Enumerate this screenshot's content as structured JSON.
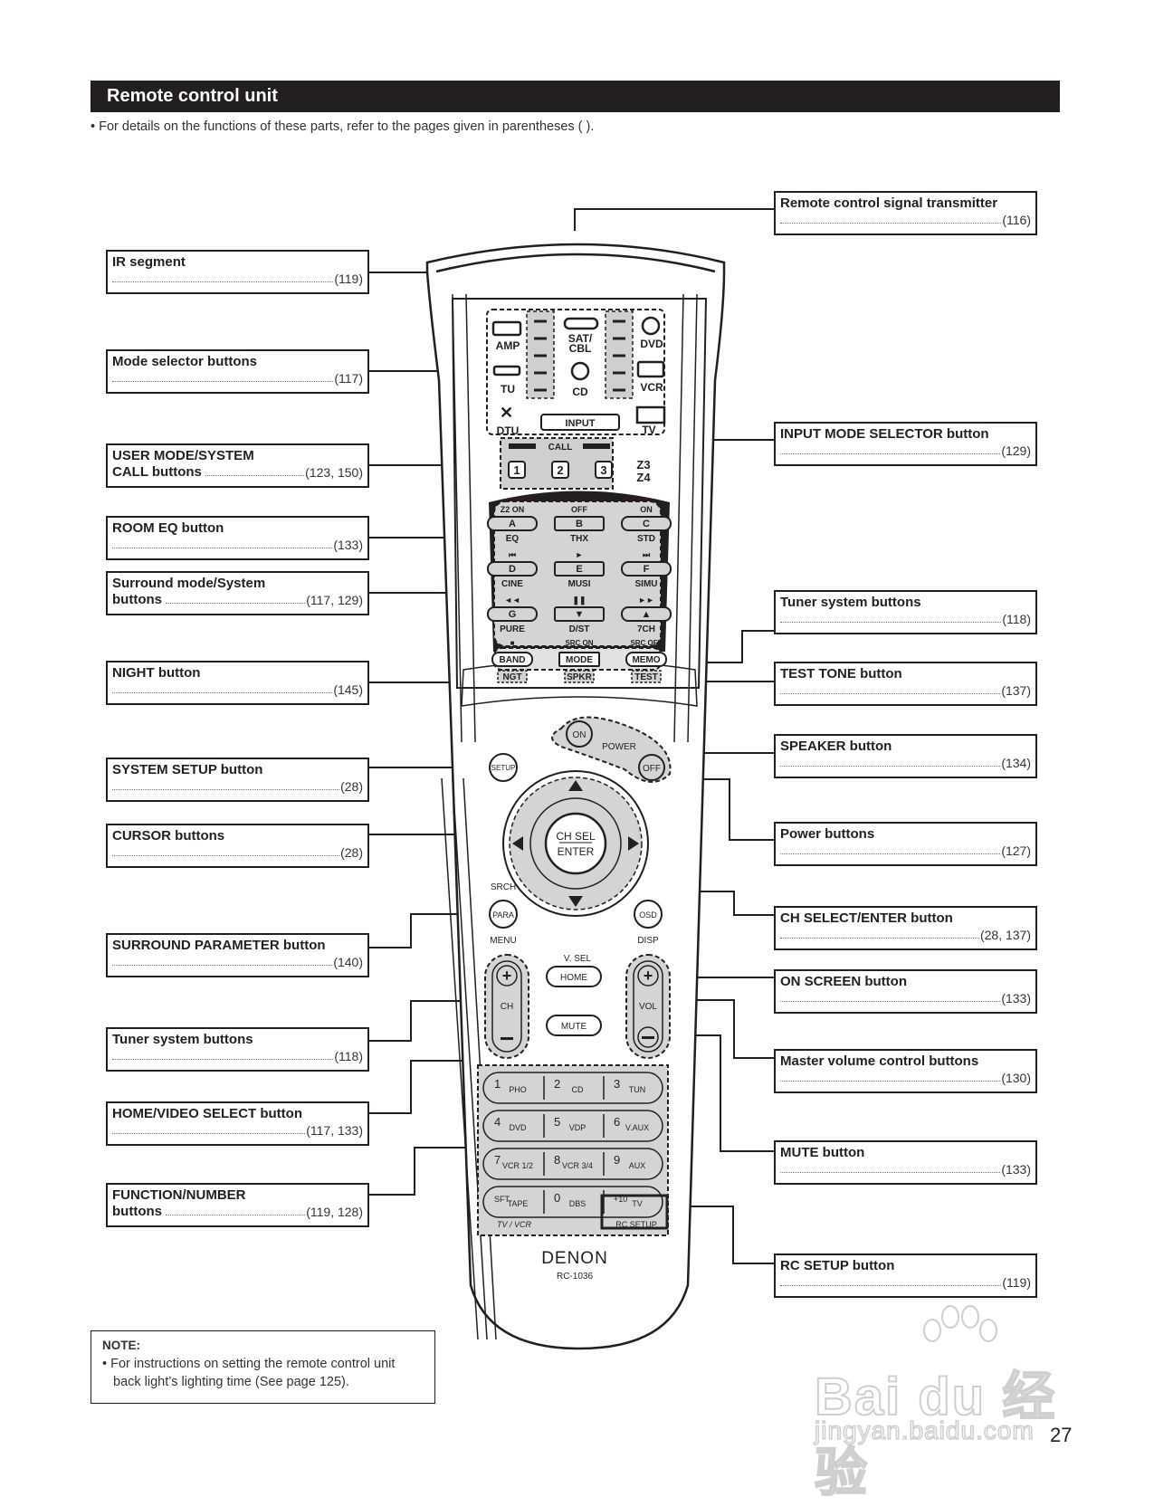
{
  "header": {
    "title": "Remote control unit",
    "intro": "• For details on the functions of these parts, refer to the pages given in parentheses (  )."
  },
  "callouts_left": [
    {
      "title": "IR segment",
      "ref": "(119)"
    },
    {
      "title": "Mode selector buttons",
      "ref": "(117)"
    },
    {
      "title": "USER MODE/SYSTEM",
      "title2": "CALL buttons",
      "ref": "(123, 150)"
    },
    {
      "title": "ROOM EQ button",
      "ref": "(133)"
    },
    {
      "title": "Surround mode/System",
      "title2": "buttons",
      "ref": "(117, 129)"
    },
    {
      "title": "NIGHT button",
      "ref": "(145)"
    },
    {
      "title": "SYSTEM SETUP button",
      "ref": "(28)"
    },
    {
      "title": "CURSOR buttons",
      "ref": "(28)"
    },
    {
      "title": "SURROUND PARAMETER button",
      "ref": "(140)"
    },
    {
      "title": "Tuner system buttons",
      "ref": "(118)"
    },
    {
      "title": "HOME/VIDEO SELECT button",
      "ref": "(117, 133)"
    },
    {
      "title": "FUNCTION/NUMBER",
      "title2": "buttons",
      "ref": "(119, 128)"
    }
  ],
  "callouts_right": [
    {
      "title": "Remote control signal transmitter",
      "ref": "(116)"
    },
    {
      "title": "INPUT MODE SELECTOR button",
      "ref": "(129)"
    },
    {
      "title": "Tuner system buttons",
      "ref": "(118)"
    },
    {
      "title": "TEST TONE button",
      "ref": "(137)"
    },
    {
      "title": "SPEAKER button",
      "ref": "(134)"
    },
    {
      "title": "Power buttons",
      "ref": "(127)"
    },
    {
      "title": "CH SELECT/ENTER button",
      "ref": "(28, 137)"
    },
    {
      "title": "ON SCREEN button",
      "ref": "(133)"
    },
    {
      "title": "Master volume control buttons",
      "ref": "(130)"
    },
    {
      "title": "MUTE button",
      "ref": "(133)"
    },
    {
      "title": "RC SETUP button",
      "ref": "(119)"
    }
  ],
  "remote": {
    "mode_buttons": {
      "amp": "AMP",
      "sat_cbl_1": "SAT/",
      "sat_cbl_2": "CBL",
      "dvd": "DVD",
      "tu": "TU",
      "cd": "CD",
      "vcr": "VCR",
      "dtu": "DTU",
      "tv": "TV"
    },
    "input": "INPUT",
    "call": "CALL",
    "user_modes": [
      "1",
      "2",
      "3"
    ],
    "zones": [
      "Z3",
      "Z4"
    ],
    "surround_rows": [
      {
        "top": [
          "Z2 ON",
          "OFF",
          "ON"
        ],
        "keys": [
          "A",
          "B",
          "C"
        ],
        "bottom": [
          "EQ",
          "THX",
          "STD"
        ]
      },
      {
        "top": [
          "⏮",
          "►",
          "⏭"
        ],
        "keys": [
          "D",
          "E",
          "F"
        ],
        "bottom": [
          "CINE",
          "MUSI",
          "SIMU"
        ]
      },
      {
        "top": [
          "◄◄",
          "❚❚",
          "►►"
        ],
        "keys": [
          "G",
          "▼",
          "▲"
        ],
        "bottom": [
          "PURE",
          "D/ST",
          "7CH"
        ]
      }
    ],
    "tuner_row": {
      "top": [
        "■",
        "SRC ON",
        "SRC OFF"
      ],
      "keys": [
        "BAND",
        "MODE",
        "MEMO"
      ],
      "bottom": [
        "NGT",
        "SPKR",
        "TEST"
      ]
    },
    "power": {
      "on": "ON",
      "label": "POWER",
      "off": "OFF"
    },
    "setup": "SETUP",
    "enter_1": "CH SEL",
    "enter_2": "ENTER",
    "srch": "SRCH",
    "para": "PARA",
    "menu": "MENU",
    "osd": "OSD",
    "disp": "DISP",
    "vsel": "V. SEL",
    "home": "HOME",
    "mute": "MUTE",
    "ch": "CH",
    "vol": "VOL",
    "number_rows": [
      [
        {
          "n": "1",
          "l": "PHO"
        },
        {
          "n": "2",
          "l": "CD"
        },
        {
          "n": "3",
          "l": "TUN"
        }
      ],
      [
        {
          "n": "4",
          "l": "DVD"
        },
        {
          "n": "5",
          "l": "VDP"
        },
        {
          "n": "6",
          "l": "V.AUX"
        }
      ],
      [
        {
          "n": "7",
          "l": "VCR 1/2"
        },
        {
          "n": "8",
          "l": "VCR 3/4"
        },
        {
          "n": "9",
          "l": "AUX"
        }
      ],
      [
        {
          "n": "SFT",
          "l": "TAPE"
        },
        {
          "n": "0",
          "l": "DBS"
        },
        {
          "n": "+10",
          "l": "TV"
        }
      ]
    ],
    "tv_vcr": "TV / VCR",
    "rc_setup": "RC SETUP",
    "brand": "DENON",
    "model": "RC-1036"
  },
  "note": {
    "title": "NOTE:",
    "text": "• For instructions on setting the remote control unit back light’s lighting time (See page 125)."
  },
  "page_number": "27",
  "watermark": {
    "main": "Bai du 经验",
    "sub": "jingyan.baidu.com"
  }
}
